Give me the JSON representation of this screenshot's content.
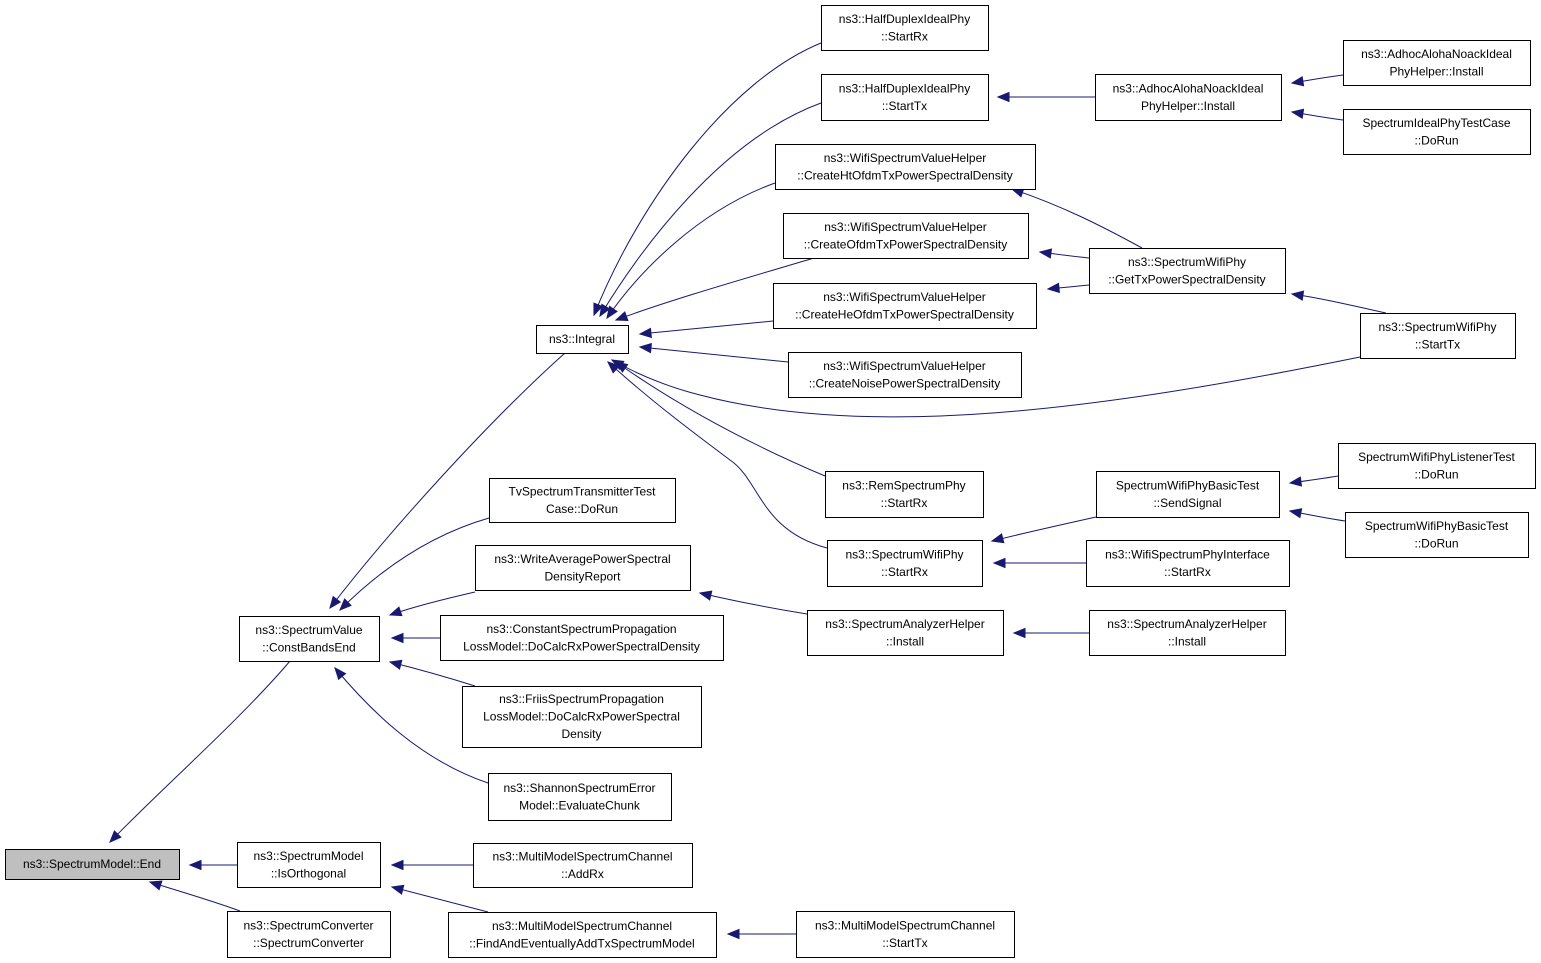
{
  "colors": {
    "edge": "#191970",
    "root_fill": "#bfbfbf",
    "node_fill": "#ffffff",
    "node_border": "#000000"
  },
  "nodes": {
    "end": [
      "ns3::SpectrumModel::End"
    ],
    "constBandsEnd": [
      "ns3::SpectrumValue",
      "::ConstBandsEnd"
    ],
    "isOrthogonal": [
      "ns3::SpectrumModel",
      "::IsOrthogonal"
    ],
    "spectrumConverter": [
      "ns3::SpectrumConverter",
      "::SpectrumConverter"
    ],
    "integral": [
      "ns3::Integral"
    ],
    "tvDoRun": [
      "TvSpectrumTransmitterTest",
      "Case::DoRun"
    ],
    "writeAvg": [
      "ns3::WriteAveragePowerSpectral",
      "DensityReport"
    ],
    "constantLoss": [
      "ns3::ConstantSpectrumPropagation",
      "LossModel::DoCalcRxPowerSpectralDensity"
    ],
    "friisLoss": [
      "ns3::FriisSpectrumPropagation",
      "LossModel::DoCalcRxPowerSpectral",
      "Density"
    ],
    "shannon": [
      "ns3::ShannonSpectrumError",
      "Model::EvaluateChunk"
    ],
    "mmAddRx": [
      "ns3::MultiModelSpectrumChannel",
      "::AddRx"
    ],
    "mmFind": [
      "ns3::MultiModelSpectrumChannel",
      "::FindAndEventuallyAddTxSpectrumModel"
    ],
    "mmStartTx": [
      "ns3::MultiModelSpectrumChannel",
      "::StartTx"
    ],
    "hdStartRx": [
      "ns3::HalfDuplexIdealPhy",
      "::StartRx"
    ],
    "hdStartTx": [
      "ns3::HalfDuplexIdealPhy",
      "::StartTx"
    ],
    "createHt": [
      "ns3::WifiSpectrumValueHelper",
      "::CreateHtOfdmTxPowerSpectralDensity"
    ],
    "createOfdm": [
      "ns3::WifiSpectrumValueHelper",
      "::CreateOfdmTxPowerSpectralDensity"
    ],
    "createHe": [
      "ns3::WifiSpectrumValueHelper",
      "::CreateHeOfdmTxPowerSpectralDensity"
    ],
    "createNoise": [
      "ns3::WifiSpectrumValueHelper",
      "::CreateNoisePowerSpectralDensity"
    ],
    "remStartRx": [
      "ns3::RemSpectrumPhy",
      "::StartRx"
    ],
    "swpStartRx": [
      "ns3::SpectrumWifiPhy",
      "::StartRx"
    ],
    "analyzerInstall": [
      "ns3::SpectrumAnalyzerHelper",
      "::Install"
    ],
    "analyzerInstall2": [
      "ns3::SpectrumAnalyzerHelper",
      "::Install"
    ],
    "adhocInstall": [
      "ns3::AdhocAlohaNoackIdeal",
      "PhyHelper::Install"
    ],
    "adhocInstall2": [
      "ns3::AdhocAlohaNoackIdeal",
      "PhyHelper::Install"
    ],
    "idealTestDoRun": [
      "SpectrumIdealPhyTestCase",
      "::DoRun"
    ],
    "getTxPsd": [
      "ns3::SpectrumWifiPhy",
      "::GetTxPowerSpectralDensity"
    ],
    "swpStartTx": [
      "ns3::SpectrumWifiPhy",
      "::StartTx"
    ],
    "sendSignal": [
      "SpectrumWifiPhyBasicTest",
      "::SendSignal"
    ],
    "wifiIfStartRx": [
      "ns3::WifiSpectrumPhyInterface",
      "::StartRx"
    ],
    "listenerDoRun": [
      "SpectrumWifiPhyListenerTest",
      "::DoRun"
    ],
    "basicDoRun": [
      "SpectrumWifiPhyBasicTest",
      "::DoRun"
    ]
  }
}
